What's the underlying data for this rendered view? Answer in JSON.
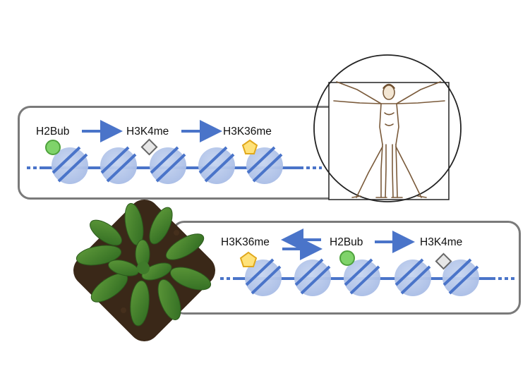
{
  "top_pathway": {
    "labels": [
      "H2Bub",
      "H3K4me",
      "H3K36me"
    ]
  },
  "bottom_pathway": {
    "labels": [
      "H3K36me",
      "H2Bub",
      "H3K4me"
    ]
  },
  "colors": {
    "arrow": "#4a74c9",
    "dna": "#4a74c9",
    "nucleosome": "#b9c9ea",
    "panel_border": "#7a7a7a",
    "h2bub_marker": "#7fd36a",
    "h3k4me_marker": "#e6e6e6",
    "h3k36me_marker": "#ffe27a"
  },
  "icons": {
    "human": "vitruvian-man-icon",
    "plant": "arabidopsis-rosette-icon"
  }
}
